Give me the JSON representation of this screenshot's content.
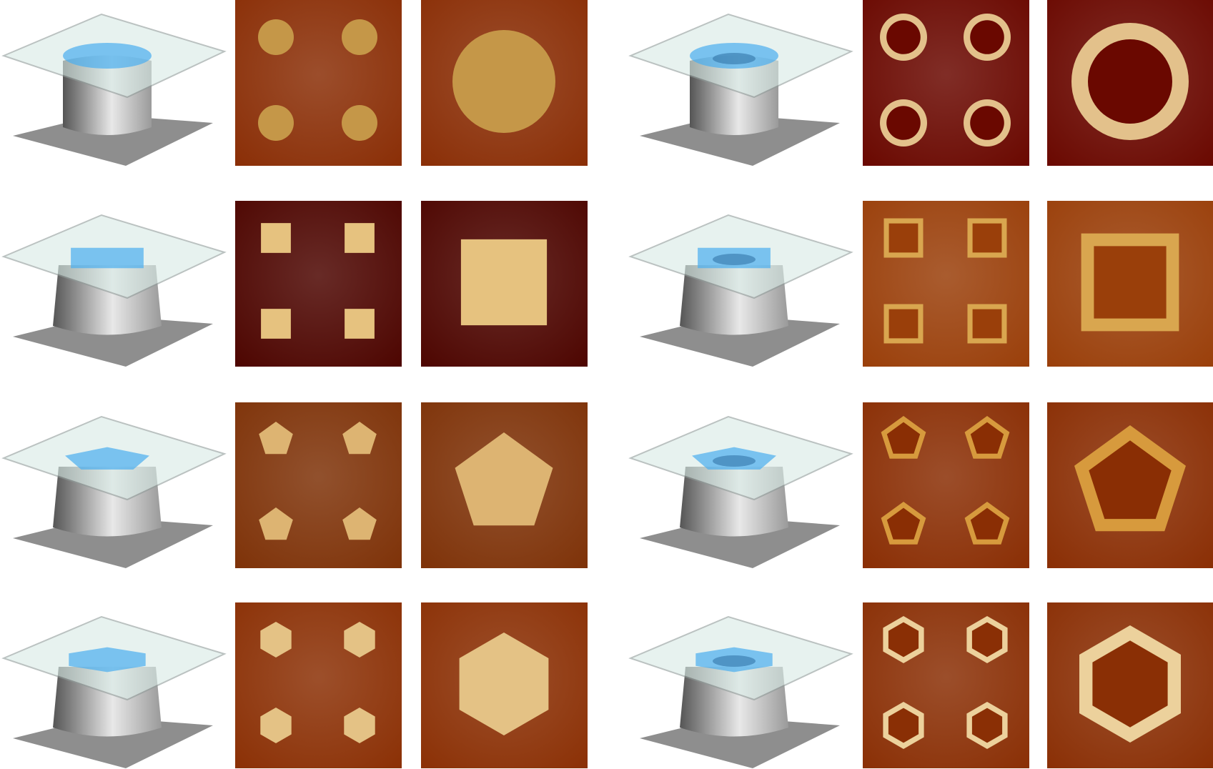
{
  "figure": {
    "kind": "afm-pattern-grid",
    "rows": [
      {
        "shape": "circle",
        "sides": 0,
        "solid_bg": "#8a2e06",
        "ring_bg": "#6a0800",
        "solid_fill": "#c59748",
        "ring_fill": "#e3c18b"
      },
      {
        "shape": "square",
        "sides": 4,
        "solid_bg": "#4d0500",
        "ring_bg": "#9a3f0a",
        "solid_fill": "#e6c27f",
        "ring_fill": "#d9a64f"
      },
      {
        "shape": "pentagon",
        "sides": 5,
        "solid_bg": "#7e3208",
        "ring_bg": "#8a2e04",
        "solid_fill": "#ddb472",
        "ring_fill": "#d79a3d"
      },
      {
        "shape": "hexagon",
        "sides": 6,
        "solid_bg": "#8b3005",
        "ring_bg": "#8a2f05",
        "solid_fill": "#e4c285",
        "ring_fill": "#ecd19c"
      }
    ],
    "colors": {
      "plate_glass": "#d8ebe6",
      "plate_edge": "#8f9a98",
      "substrate": "#8e8e8e",
      "pillar_light": "#e8e8e8",
      "pillar_dark": "#555555",
      "contact_blue": "#4aaef0"
    }
  }
}
